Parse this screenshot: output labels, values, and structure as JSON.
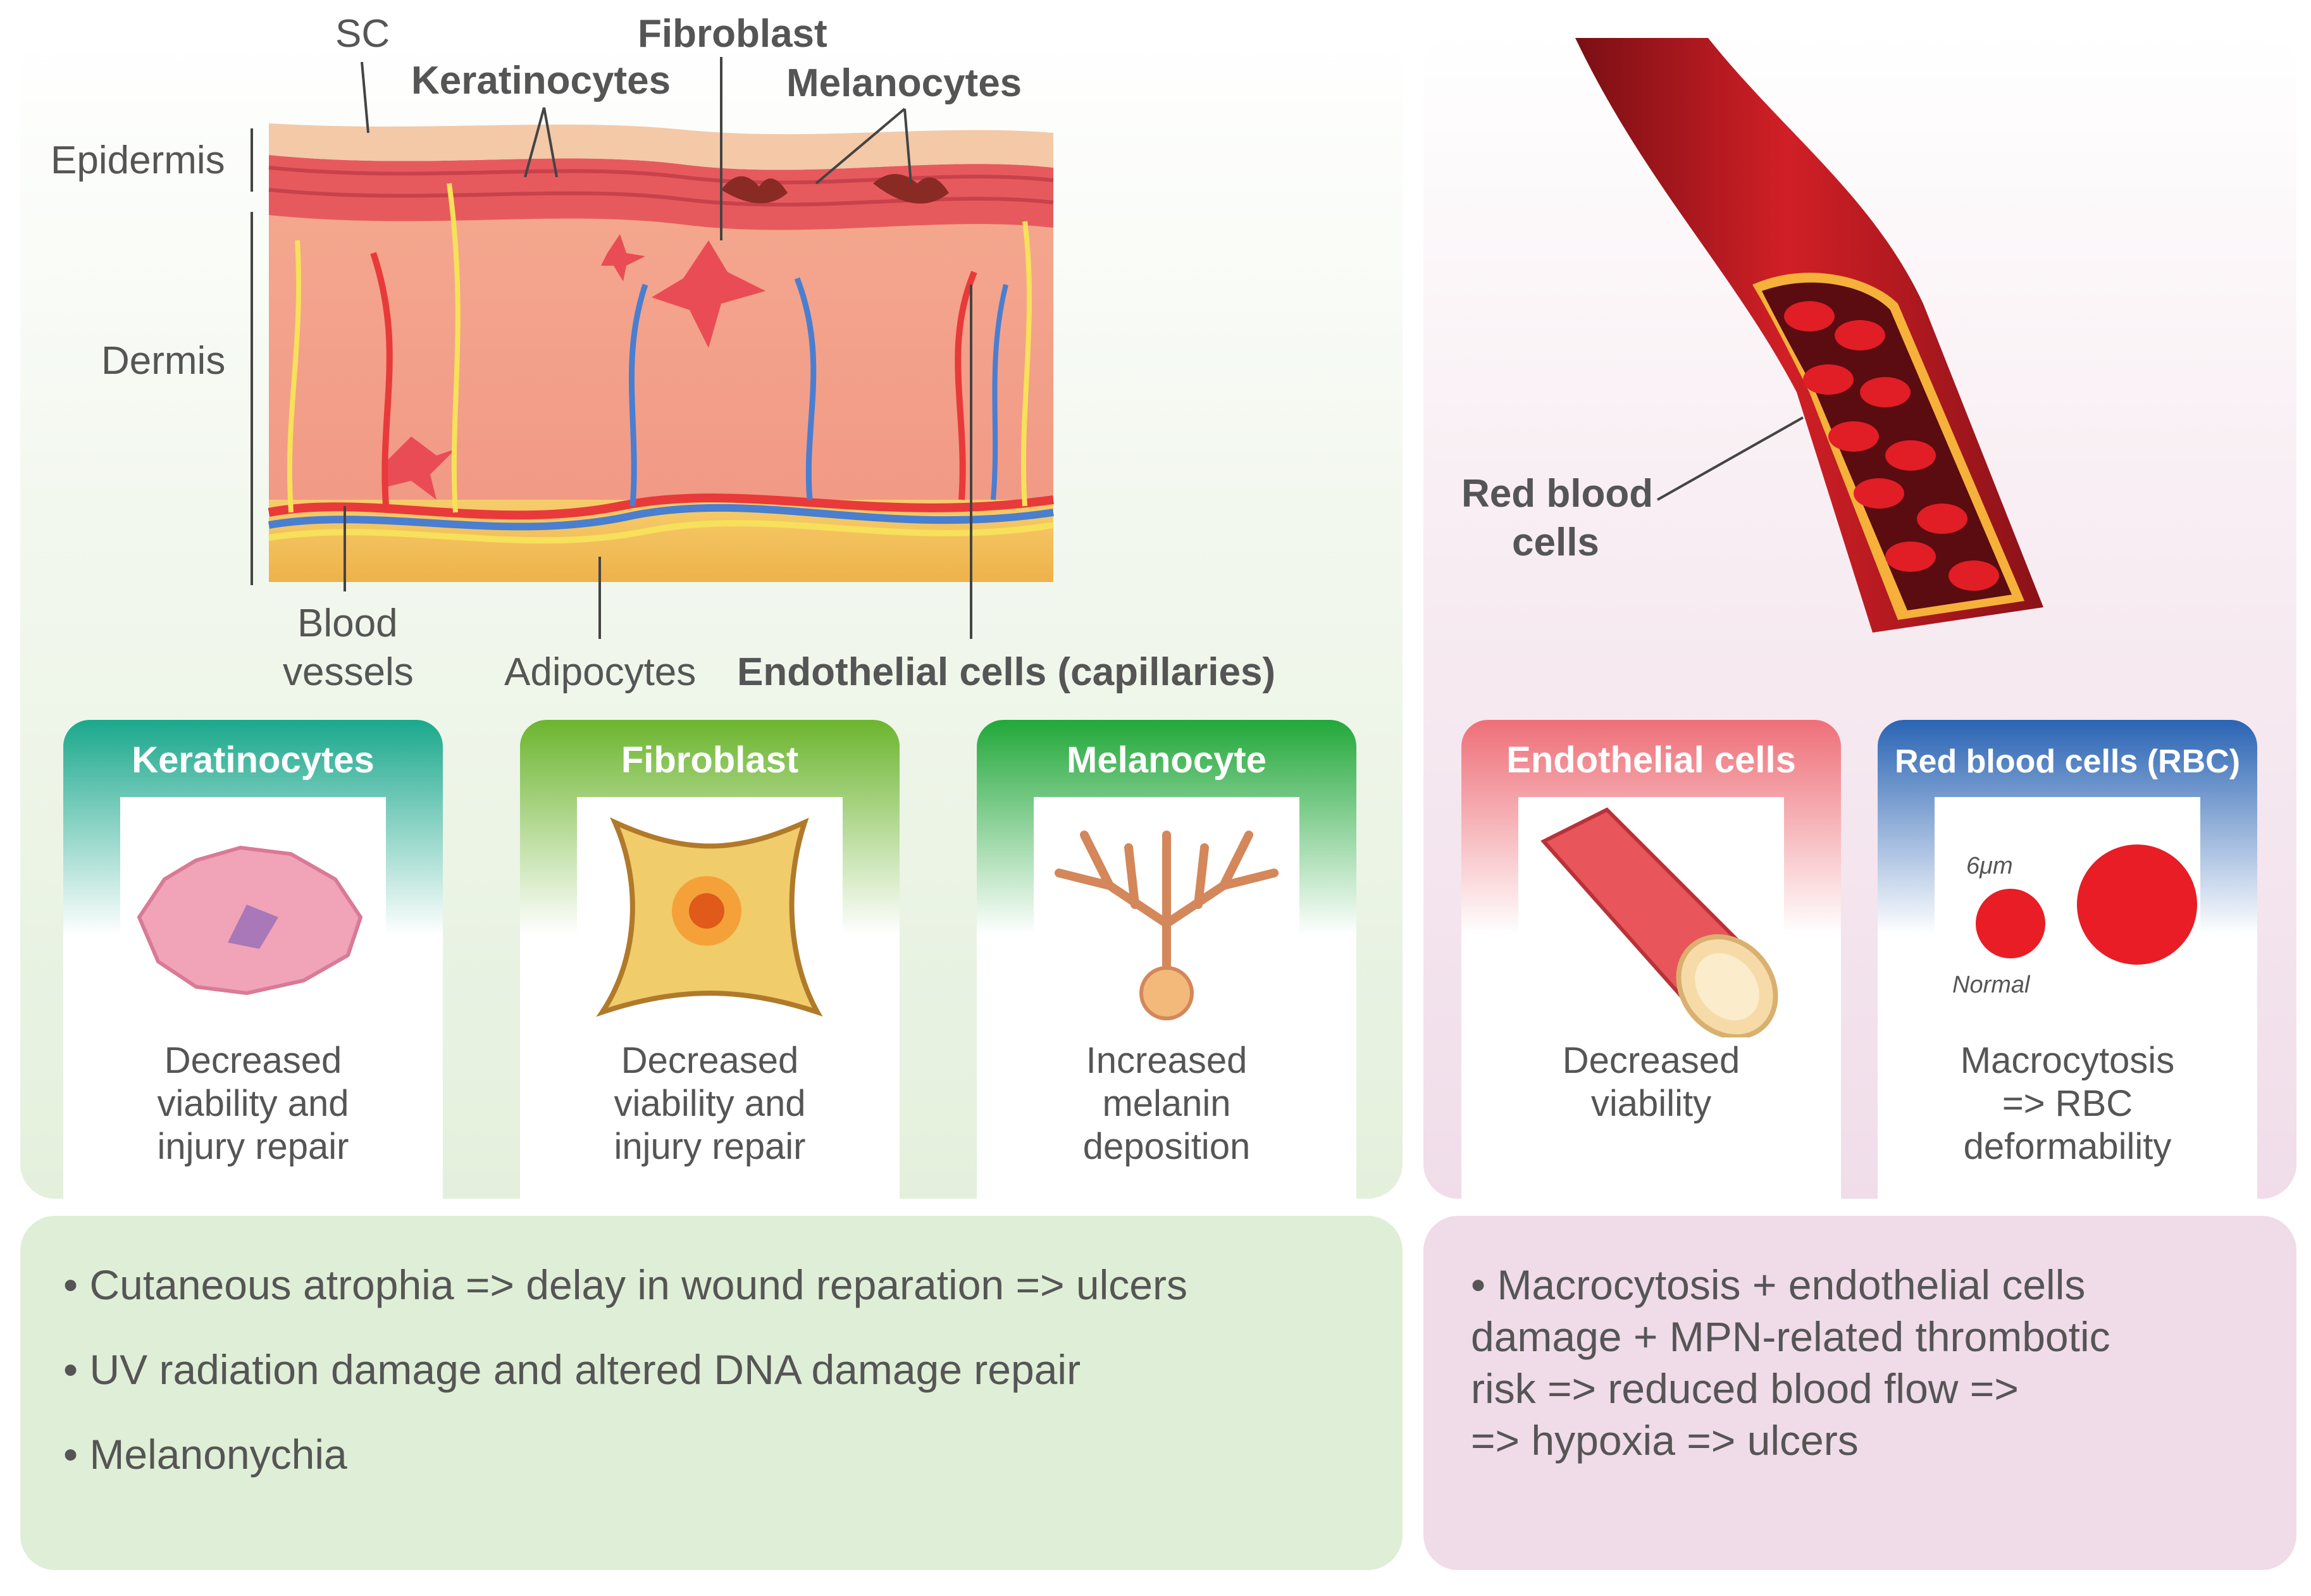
{
  "skin": {
    "labels": {
      "sc": "SC",
      "keratinocytes": "Keratinocytes",
      "fibroblast": "Fibroblast",
      "melanocytes": "Melanocytes",
      "epidermis": "Epidermis",
      "dermis": "Dermis",
      "blood_vessels_1": "Blood",
      "blood_vessels_2": "vessels",
      "adipocytes": "Adipocytes",
      "endothelial_capillaries": "Endothelial cells (capillaries)"
    }
  },
  "vessel": {
    "rbc_label_1": "Red blood",
    "rbc_label_2": "cells"
  },
  "cards": [
    {
      "title": "Keratinocytes",
      "lines": [
        "Decreased",
        "viability and",
        "injury repair"
      ],
      "color": "#1aa88c"
    },
    {
      "title": "Fibroblast",
      "lines": [
        "Decreased",
        "viability and",
        "injury repair"
      ],
      "color": "#6cb52e"
    },
    {
      "title": "Melanocyte",
      "lines": [
        "Increased",
        "melanin",
        "deposition"
      ],
      "color": "#22a83a"
    },
    {
      "title": "Endothelial cells",
      "lines": [
        "Decreased",
        "viability"
      ],
      "color": "#ee6f78"
    },
    {
      "title": "Red blood cells (RBC)",
      "lines": [
        "Macrocytosis",
        "=> RBC",
        "deformability"
      ],
      "color": "#2a64b4"
    }
  ],
  "rbc_card": {
    "size_label": "6μm",
    "normal_label": "Normal"
  },
  "summary_left": [
    "• Cutaneous atrophia => delay in wound reparation => ulcers",
    "• UV radiation damage and altered DNA damage repair",
    "• Melanonychia"
  ],
  "summary_right": [
    "• Macrocytosis + endothelial cells",
    "damage + MPN-related thrombotic",
    "risk => reduced blood flow =>",
    "=> hypoxia => ulcers"
  ]
}
